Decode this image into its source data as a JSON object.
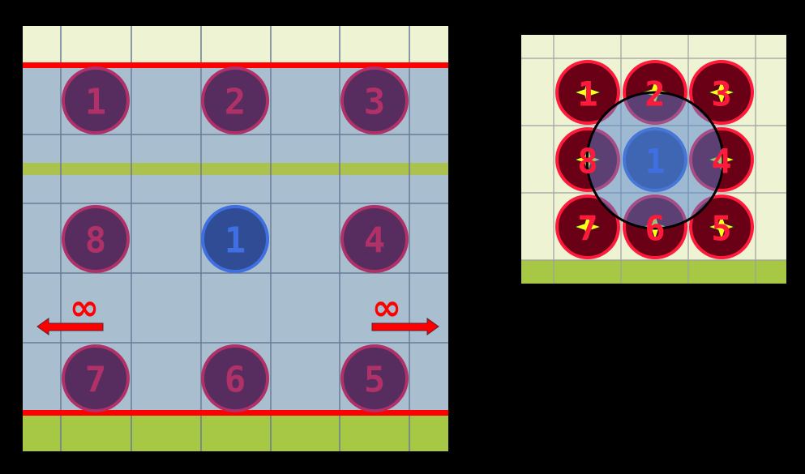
{
  "colors": {
    "background": "#000000",
    "board_water": "#a9bfd0",
    "board_cream": "#eef3d4",
    "grass": "#a6c845",
    "boundary_red": "#ff0000",
    "stripe": "#abc24f",
    "grid_line": "#6a7b98",
    "token_enemy_fill": "#572c5e",
    "token_enemy_border": "#b03068",
    "token_ally_fill": "#2f4c95",
    "token_ally_border": "#3f6fe0",
    "token_red_fill": "#6a0016",
    "token_red_border": "#ff1a3c",
    "star": "#ffff1a",
    "aoe_fill": "#4d7fd0",
    "aoe_outline": "#000000"
  },
  "left_panel": {
    "tokens_ring": [
      {
        "label": "1",
        "row": 0,
        "col": 0
      },
      {
        "label": "2",
        "row": 0,
        "col": 1
      },
      {
        "label": "3",
        "row": 0,
        "col": 2
      },
      {
        "label": "4",
        "row": 1,
        "col": 2
      },
      {
        "label": "5",
        "row": 2,
        "col": 2
      },
      {
        "label": "6",
        "row": 2,
        "col": 1
      },
      {
        "label": "7",
        "row": 2,
        "col": 0
      },
      {
        "label": "8",
        "row": 1,
        "col": 0
      }
    ],
    "center_token": {
      "label": "1"
    },
    "arrows": [
      {
        "direction": "left",
        "label": "∞",
        "icon": "arrow-left-icon"
      },
      {
        "direction": "right",
        "label": "∞",
        "icon": "arrow-right-icon"
      }
    ]
  },
  "right_panel": {
    "tokens_ring": [
      {
        "label": "1",
        "row": 0,
        "col": 0
      },
      {
        "label": "2",
        "row": 0,
        "col": 1
      },
      {
        "label": "3",
        "row": 0,
        "col": 2
      },
      {
        "label": "4",
        "row": 1,
        "col": 2
      },
      {
        "label": "5",
        "row": 2,
        "col": 2
      },
      {
        "label": "6",
        "row": 2,
        "col": 1
      },
      {
        "label": "7",
        "row": 2,
        "col": 0
      },
      {
        "label": "8",
        "row": 1,
        "col": 0
      }
    ],
    "center_token": {
      "label": "1"
    },
    "marker_icon": "four-point-star-icon",
    "area_icon": "area-of-effect-circle"
  }
}
